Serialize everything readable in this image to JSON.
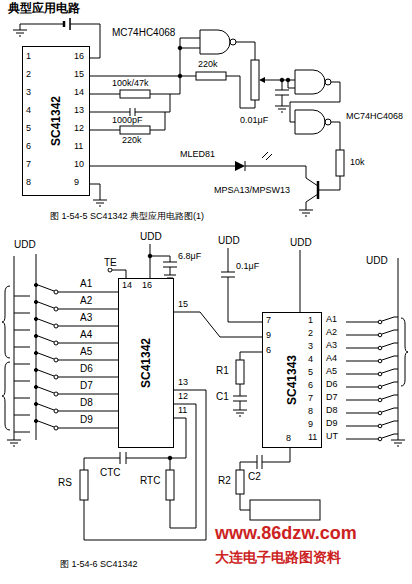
{
  "diagram": {
    "title": "典型应用电路",
    "nodes": [
      {
        "text": [
          "SC41342"
        ]
      },
      {
        "text": [
          "SC41342"
        ]
      },
      {
        "text": [
          "SC41343"
        ]
      }
    ],
    "edges": [
      {
        "from": 1,
        "to": 2,
        "arrow": "none"
      }
    ],
    "labels": [
      "MC74HC4068",
      "1",
      "2",
      "3",
      "4",
      "5",
      "6",
      "7",
      "8",
      "16",
      "15",
      "14",
      "13",
      "12",
      "11",
      "10",
      "9",
      "220k",
      "100k/47k",
      "1000pF",
      "220k",
      "0.01μF",
      "MC74HC4068",
      "MLED81",
      "10k",
      "MPSA13/MPSW13",
      "图 1-54-5 SC41342 典型应用电路图(1)",
      "UDD",
      "UDD",
      "UDD",
      "UDD",
      "UDD",
      "A1",
      "A2",
      "A3",
      "A4",
      "A5",
      "D6",
      "D7",
      "D8",
      "D9",
      "TE",
      "14",
      "16",
      "15",
      "6.8μF",
      "0.1μF",
      "13",
      "12",
      "11",
      "7",
      "9",
      "6",
      "R1",
      "C1",
      "C2",
      "R2",
      "8",
      "1",
      "2",
      "3",
      "4",
      "5",
      "6",
      "7",
      "8",
      "9",
      "11",
      "A1",
      "A2",
      "A3",
      "A4",
      "A5",
      "D6",
      "D7",
      "D8",
      "D9",
      "UT",
      "RS",
      "CTC",
      "RTC",
      "图 1-54-6 SC41342",
      "www.86dzw.com",
      "大连电子电路图资料"
    ]
  }
}
